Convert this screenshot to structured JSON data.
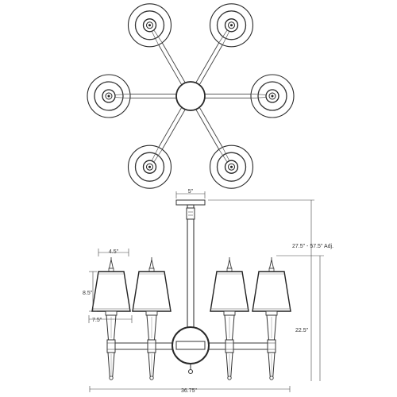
{
  "dimensions": {
    "canopy_width": "5\"",
    "overall_height": "27.5\" - 57.5\" Adj.",
    "shade_top": "4.5\"",
    "shade_height": "8.5\"",
    "shade_bottom": "7.5\"",
    "arm_height": "22.5\"",
    "overall_width": "36.75\""
  },
  "fixture": {
    "arm_count": 6
  }
}
